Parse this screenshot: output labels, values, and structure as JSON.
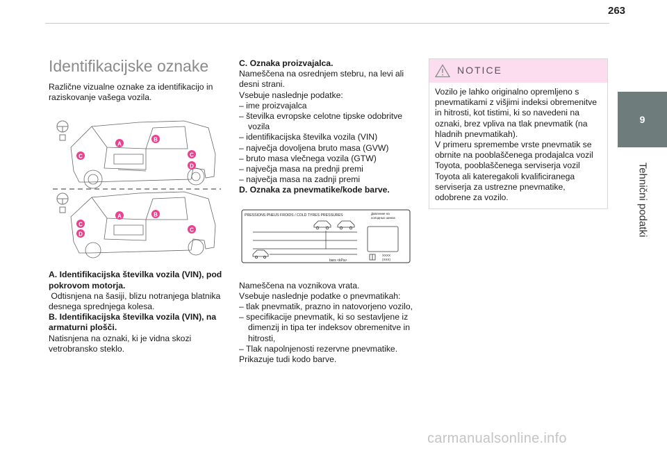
{
  "page_number": "263",
  "side_tab": {
    "chapter_number": "9",
    "chapter_title": "Tehnični podatki"
  },
  "col1": {
    "title": "Identifikacijske oznake",
    "intro": "Različne vizualne oznake za identifikacijo in raziskovanje vašega vozila.",
    "figure_markers": [
      "A",
      "B",
      "C",
      "D"
    ],
    "a_title_1": "A. Identifikacijska številka vozila (VIN), pod",
    "a_title_2": "pokrovom motorja.",
    "a_text_1": " Odtisnjena na šasiji, blizu notranjega blatnika",
    "a_text_2": "desnega sprednjega kolesa.",
    "b_title_1": "B. Identifikacijska številka vozila (VIN), na",
    "b_title_2": "armaturni plošči.",
    "b_text_1": "Natisnjena na oznaki, ki je vidna skozi",
    "b_text_2": "vetrobransko steklo."
  },
  "col2": {
    "c_title": "C. Oznaka proizvajalca.",
    "c_lines": [
      "Nameščena na osrednjem stebru, na levi ali",
      "desni strani.",
      "Vsebuje naslednje podatke:"
    ],
    "c_items": [
      "–  ime proizvajalca",
      "–  številka evropske celotne tipske odobritve vozila",
      "–  identifikacijska številka vozila (VIN)",
      "–  največja dovoljena bruto masa (GVW)",
      "–  bruto masa vlečnega vozila (GTW)",
      "–  največja masa na prednji premi",
      "–  največja masa na zadnji premi"
    ],
    "d_title": "D. Oznaka za pnevmatike/kode barve.",
    "tyre_label": {
      "header": "PRESSIONS PNEUS FROIDS / COLD TYRES PRESSURES",
      "ru_1": "Давление на",
      "ru_2": "холодных шинах",
      "units": "bars   <kPa>",
      "code_1": "XXXX",
      "code_2": "(XXX)"
    },
    "d_lines": [
      "Nameščena na voznikova vrata.",
      "Vsebuje naslednje podatke o pnevmatikah:"
    ],
    "d_items": [
      "–  tlak pnevmatik, prazno in natovorjeno vozilo,",
      "–  specifikacije pnevmatik, ki so sestavljene iz dimenzij in tipa ter indeksov obremenitve in hitrosti,",
      "–  Tlak napolnjenosti rezervne pnevmatike."
    ],
    "d_last": "Prikazuje tudi kodo barve."
  },
  "notice": {
    "title": "NOTICE",
    "text": "Vozilo je lahko originalno opremljeno s pnevmatikami z višjimi indeksi obremenitve in hitrosti, kot tistimi, ki so navedeni na oznaki, brez vpliva na tlak pnevmatik (na hladnih pnevmatikah).",
    "text2": "V primeru spremembe vrste pnevmatik se obrnite na pooblaščenega prodajalca vozil Toyota, pooblaščenega serviserja vozil Toyota ali kateregakoli kvalificiranega serviserja za ustrezne pnevmatike, odobrene za vozilo."
  },
  "watermark": "carmanualsonline.info",
  "colors": {
    "marker": "#e8418f",
    "tab": "#6f7c7c",
    "notice_head": "#fcdcef"
  }
}
